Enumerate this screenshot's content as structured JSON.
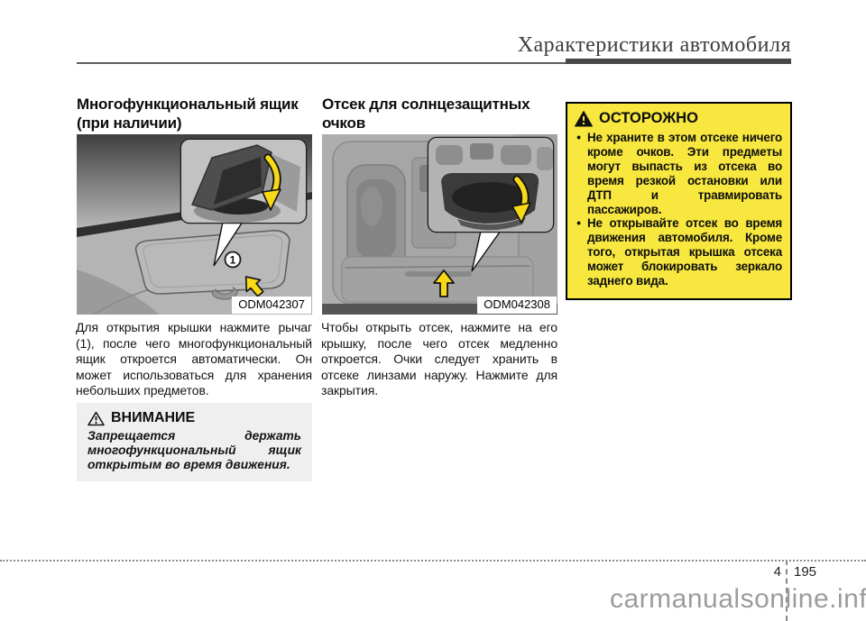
{
  "page": {
    "title_header": "Характеристики автомобиля"
  },
  "left_column": {
    "heading_lines": [
      "Многофункциональный ящик",
      "(при наличии)"
    ],
    "image": {
      "caption": "ODM042307",
      "callout_label": "1"
    },
    "body": "Для открытия крышки нажмите рычаг (1), после чего многофункциональный ящик откроется автоматически. Он может использоваться для хранения небольших предметов.",
    "attention_box": {
      "icon": "warning-triangle-outline-icon",
      "title": "ВНИМАНИЕ",
      "text": "Запрещается держать многофункциональный ящик открытым во время движения."
    }
  },
  "middle_column": {
    "heading_lines": [
      "Отсек для солнцезащитных",
      "очков"
    ],
    "image": {
      "caption": "ODM042308"
    },
    "body": "Чтобы открыть отсек, нажмите на его крышку, после чего отсек медленно откроется. Очки следует хранить в отсеке линзами наружу. Нажмите для закрытия."
  },
  "caution_box": {
    "icon": "warning-triangle-filled-icon",
    "title": "ОСТОРОЖНО",
    "bullet_char": "•",
    "bullets": [
      "Не храните в этом отсеке ничего кроме очков. Эти предметы могут выпасть из отсека во время резкой остановки или ДТП и травмировать пассажиров.",
      "Не открывайте отсек во время движения автомобиля. Кроме того, открытая крышка отсека может блокировать зеркало заднего вида."
    ]
  },
  "footer": {
    "chapter_number": "4",
    "page_number": "195",
    "watermark": "carmanualsonline.info"
  },
  "colors": {
    "caution_bg": "#f7e73e",
    "attention_bg": "#efefef",
    "arrow_highlight": "#f7d917",
    "watermark_text": "#9c9c9c"
  }
}
